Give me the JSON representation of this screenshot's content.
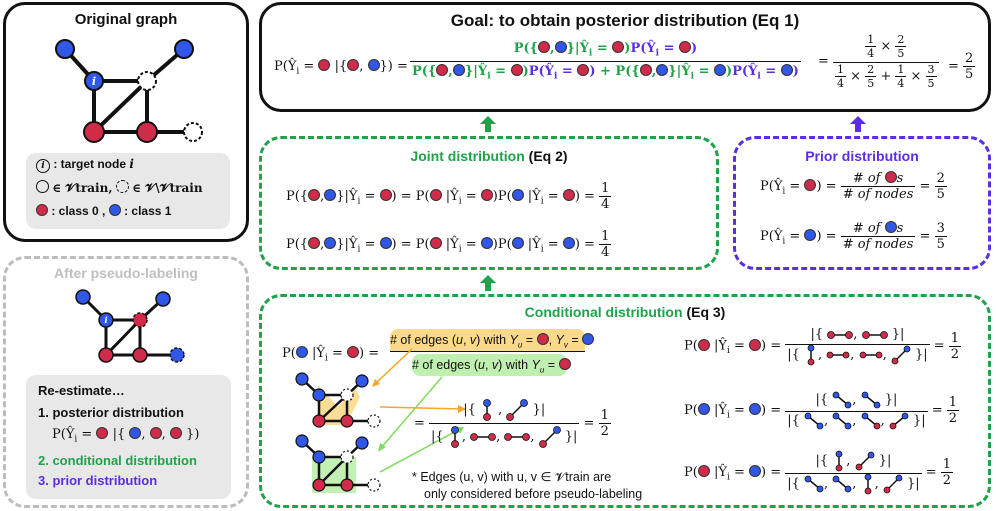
{
  "original_graph": {
    "title": "Original graph",
    "legend": {
      "target": ": target node",
      "target_i": "i",
      "train_label": "∈ 𝓥train,",
      "test_label": "∈ 𝓥\\𝓥train",
      "class0": ": class 0 ,",
      "class1": ": class 1"
    }
  },
  "after_pseudo": {
    "title": "After pseudo-labeling",
    "reestimate": "Re-estimate…",
    "item1": "1. posterior distribution",
    "item1_formula": "P(Ŷi = ● | { ●, ●, ● })",
    "item2": "2. conditional distribution",
    "item3": "3. prior distribution"
  },
  "goal": {
    "title": "Goal: to obtain posterior distribution (Eq 1)",
    "lhs": "P(Ŷi = ● | {●, ●}) =",
    "numerator": "P({●,●}|Ŷi = ●) P(Ŷi = ●)",
    "denominator": "P({●,●}|Ŷi = ●) P(Ŷi = ●) + P({●,●}|Ŷi = ●) P(Ŷi = ●)",
    "frac2_num": "1/4 × 2/5",
    "frac2_den": "1/4 × 2/5 + 1/4 × 3/5",
    "result": "2/5"
  },
  "joint": {
    "title": "Joint distribution",
    "eq": "(Eq 2)",
    "row1": "P({●,●}|Ŷi = ●) = P(● |Ŷi = ●)P(● |Ŷi = ●) = 1/4",
    "row2": "P({●,●}|Ŷi = ●) = P(● |Ŷi = ●)P(● |Ŷi = ●) = 1/4"
  },
  "prior": {
    "title": "Prior distribution",
    "row1_num": "# of ●s",
    "row1_den": "# of nodes",
    "row1_val": "2/5",
    "row2_num": "# of ●s",
    "row2_den": "# of nodes",
    "row2_val": "3/5"
  },
  "conditional": {
    "title": "Conditional distribution",
    "eq": "(Eq 3)",
    "main_num": "# of edges (u, v) with Yu = ●, Yv = ●",
    "main_den": "# of edges (u, v) with Yu = ●",
    "main_val": "1/2",
    "footnote1": "* Edges (u, v) with u, v ∈ 𝓥train are",
    "footnote2": "only considered before pseudo-labeling",
    "right_vals": [
      "1/2",
      "1/2",
      "1/2"
    ]
  },
  "colors": {
    "red": "#d12b4a",
    "blue": "#3057e8",
    "green": "#1fa34a",
    "purple": "#5b2fe0",
    "yellow": "#f5a623"
  }
}
